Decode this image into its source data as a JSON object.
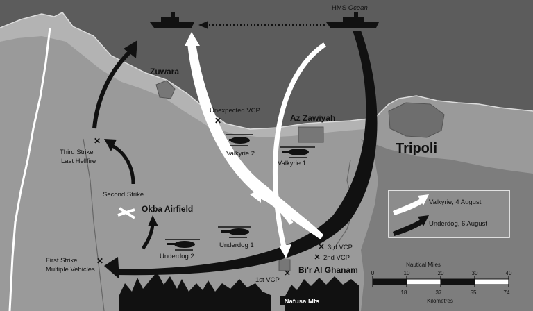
{
  "places": {
    "zuwara": "Zuwara",
    "az_zawiyah": "Az Zawiyah",
    "tripoli": "Tripoli",
    "okba_airfield": "Okba Airfield",
    "bir_al_ghanam": "Bi'r Al Ghanam",
    "nafusa": "Nafusa Mts"
  },
  "ship": {
    "prefix": "HMS ",
    "name": "Ocean"
  },
  "events": {
    "unexpected_vcp": "Unexpected VCP",
    "third_strike_1": "Third Strike",
    "third_strike_2": "Last Hellfire",
    "second_strike": "Second Strike",
    "first_strike_1": "First Strike",
    "first_strike_2": "Multiple Vehicles",
    "vcp1": "1st VCP",
    "vcp2": "2nd VCP",
    "vcp3": "3rd VCP"
  },
  "helicopters": {
    "valkyrie1": "Valkyrie 1",
    "valkyrie2": "Valkyrie 2",
    "underdog1": "Underdog 1",
    "underdog2": "Underdog 2"
  },
  "legend": {
    "valkyrie": "Valkyrie, 4 August",
    "underdog": "Underdog, 6 August"
  },
  "scale": {
    "nautical_title": "Nautical Miles",
    "km_title": "Kilometres",
    "nm_ticks": [
      "0",
      "10",
      "20",
      "30",
      "40"
    ],
    "km_ticks": [
      "18",
      "37",
      "55",
      "74"
    ]
  },
  "colors": {
    "sea": "#5c5c5c",
    "land": "#9a9a9a",
    "valkyrie_route": "#ffffff",
    "underdog_route": "#111111"
  }
}
